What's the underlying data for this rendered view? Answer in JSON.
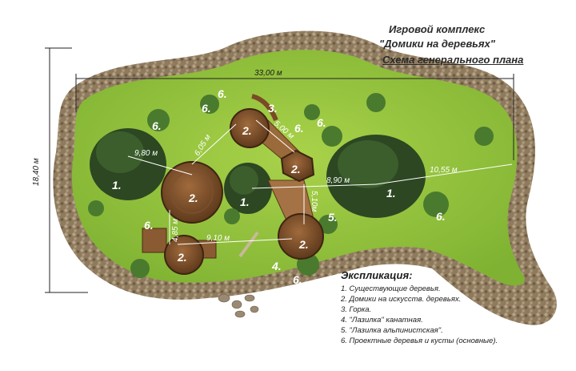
{
  "header": {
    "line1": "Игровой комплекс",
    "line2": "\"Домики на деревьях\"",
    "line3": "Схема генерального плана"
  },
  "dimensions": {
    "width": "33,00 м",
    "height": "18,40 м",
    "d1": "9,80 м",
    "d2": "6,05 м",
    "d3": "5,00 м",
    "d4": "8,90 м",
    "d5": "10,55 м",
    "d6": "4,85 м",
    "d7": "5,10м",
    "d8": "9,10 м"
  },
  "labels": {
    "l1": "1.",
    "l2": "2.",
    "l3": "3.",
    "l4": "4.",
    "l5": "5.",
    "l6": "6."
  },
  "legend": {
    "title": "Экспликация:",
    "items": [
      "1. Существующие деревья.",
      "2. Домики на искусств. деревьях.",
      "3. Горка.",
      "4. \"Лазилка\" канатная.",
      "5. \"Лазилка альпинистская\".",
      "6. Проектные деревья и кусты (основные)."
    ]
  },
  "colors": {
    "lawn": "#8fc23a",
    "gravel": "#9a8468",
    "deck": "#8a5a32",
    "tree": "#2f4a24"
  }
}
